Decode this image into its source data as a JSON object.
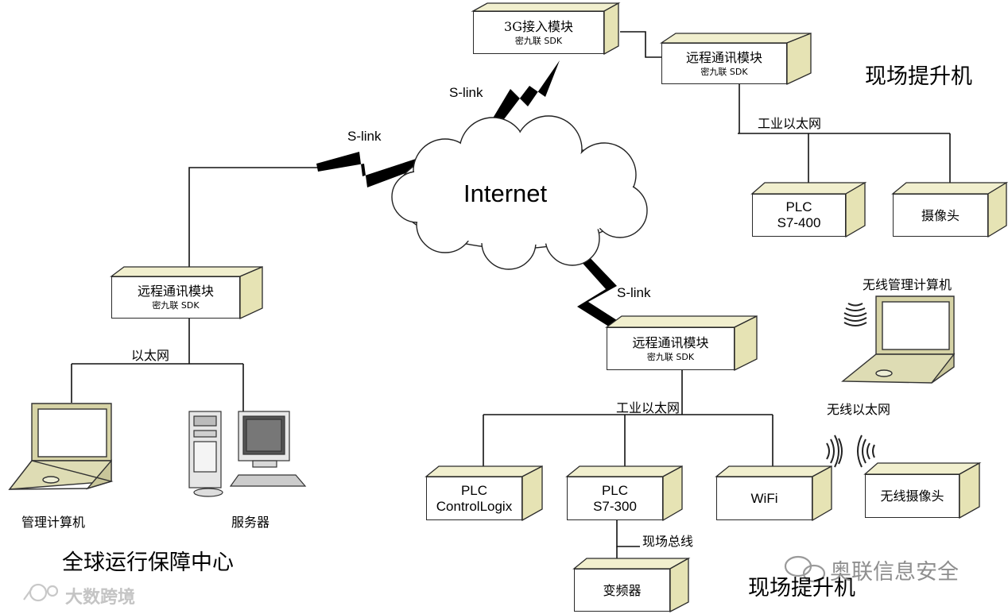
{
  "colors": {
    "box_side": "#e6e3b4",
    "box_top": "#f1efce",
    "line": "#111111",
    "cloud": "#ffffff"
  },
  "cloud": {
    "label": "Internet"
  },
  "links": {
    "top": "S-link",
    "left": "S-link",
    "bottom": "S-link"
  },
  "nodes": {
    "module_3g": {
      "line1": "3G接入模块",
      "line2": "密九联 SDK"
    },
    "remote_top": {
      "line1": "远程通讯模块",
      "line2": "密九联 SDK"
    },
    "remote_left": {
      "line1": "远程通讯模块",
      "line2": "密九联 SDK"
    },
    "remote_bottom": {
      "line1": "远程通讯模块",
      "line2": "密九联 SDK"
    },
    "plc_s7_400": {
      "line1": "PLC",
      "line2": "S7-400"
    },
    "camera_top": {
      "line1": "摄像头"
    },
    "plc_controllogix": {
      "line1": "PLC",
      "line2": "ControlLogix"
    },
    "plc_s7_300": {
      "line1": "PLC",
      "line2": "S7-300"
    },
    "wifi": {
      "line1": "WiFi"
    },
    "wireless_camera": {
      "line1": "无线摄像头"
    },
    "inverter": {
      "line1": "变频器"
    }
  },
  "labels": {
    "site_top": "现场提升机",
    "industrial_eth_top": "工业以太网",
    "ethernet_left": "以太网",
    "mgmt_computer": "管理计算机",
    "server": "服务器",
    "global_center": "全球运行保障中心",
    "industrial_eth_bottom": "工业以太网",
    "wireless_mgmt_computer": "无线管理计算机",
    "wireless_eth": "无线以太网",
    "fieldbus": "现场总线",
    "site_bottom": "现场提升机",
    "watermark_right": "奥联信息安全",
    "watermark_left": "大数跨境"
  },
  "icons": [
    "laptop-icon",
    "server-icon",
    "wireless-signal-icon",
    "lightning-link-icon",
    "cloud-icon",
    "wechat-icon"
  ]
}
